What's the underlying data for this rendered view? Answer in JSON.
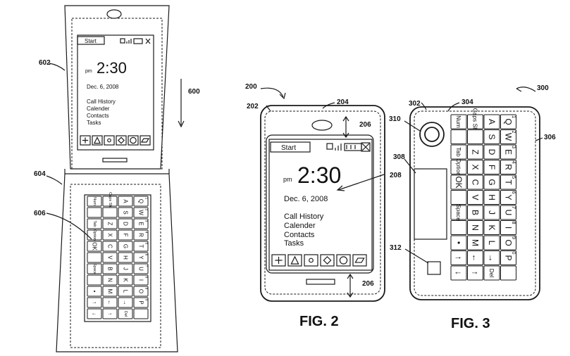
{
  "figures": {
    "fig2_caption": "FIG. 2",
    "fig3_caption": "FIG. 3"
  },
  "refs": {
    "r600": "600",
    "r602": "602",
    "r604": "604",
    "r606": "606",
    "r200": "200",
    "r202": "202",
    "r204": "204",
    "r206a": "206",
    "r206b": "206",
    "r208": "208",
    "r300": "300",
    "r302": "302",
    "r304": "304",
    "r306": "306",
    "r308": "308",
    "r310": "310",
    "r312": "312"
  },
  "screen": {
    "start_label": "Start",
    "ampm": "pm",
    "time": "2:30",
    "date": "Dec. 6, 2008",
    "menu": [
      "Call History",
      "Calender",
      "Contacts",
      "Tasks"
    ],
    "status_icons": [
      "signal-icon",
      "battery-icon",
      "close-icon"
    ],
    "softkeys": [
      "plus-icon",
      "triangle-icon",
      "circle-icon",
      "diamond-icon",
      "circle-icon",
      "parallelogram-icon"
    ]
  },
  "keyboard": {
    "rows": [
      [
        "Num",
        "Caps Shift",
        "A",
        "Q"
      ],
      [
        "",
        "",
        "S",
        "W"
      ],
      [
        "Tab",
        "Z",
        "D",
        "E"
      ],
      [
        "Option",
        "X",
        "F",
        "R"
      ],
      [
        "OK",
        "C",
        "G",
        "T"
      ],
      [
        "",
        "V",
        "H",
        "Y"
      ],
      [
        "Space",
        "B",
        "J",
        "U"
      ],
      [
        "",
        "N",
        "K",
        "I"
      ],
      [
        "•",
        "M",
        "L",
        "O"
      ],
      [
        "↑",
        "←",
        "→",
        "P"
      ],
      [
        "↓",
        "↑",
        "Del",
        ""
      ]
    ],
    "digits": [
      "1",
      "2",
      "3",
      "4",
      "5",
      "6",
      "7",
      "8",
      "9",
      "0"
    ]
  }
}
